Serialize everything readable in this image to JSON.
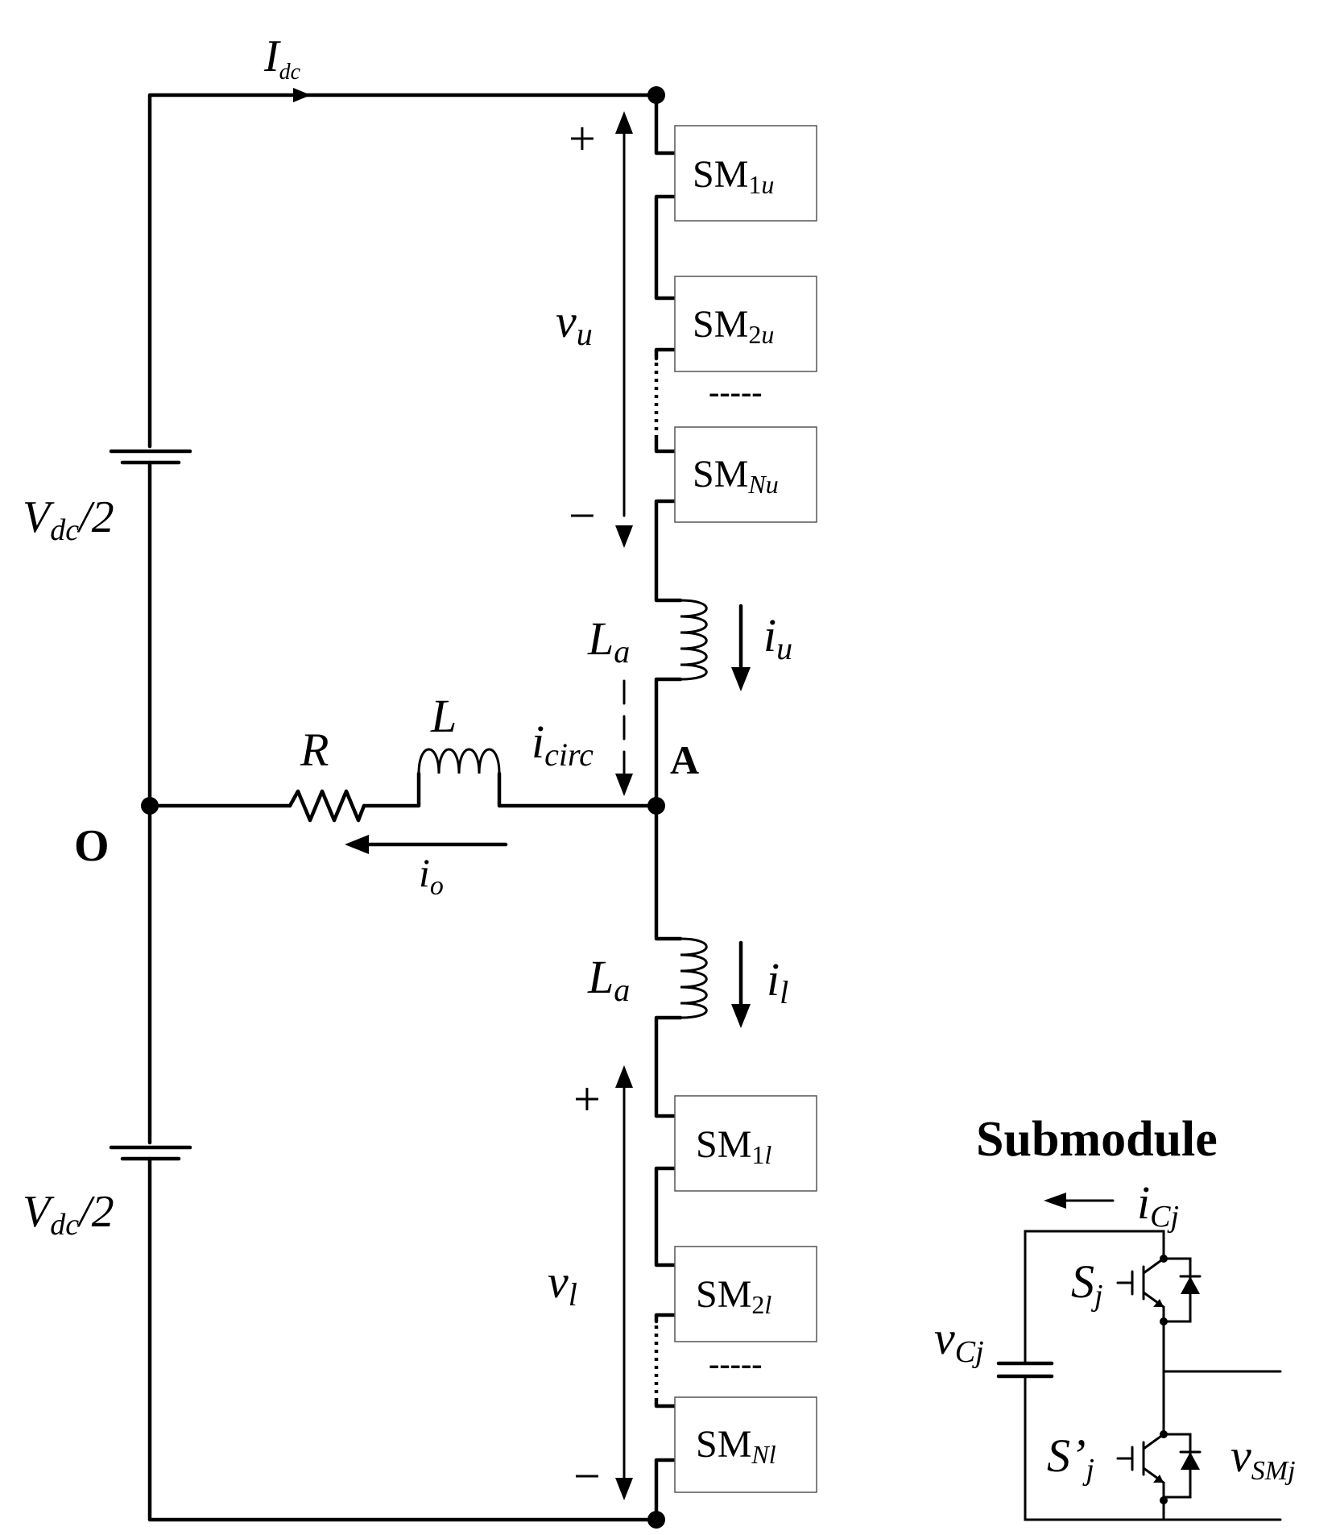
{
  "labels": {
    "idc": "I",
    "idc_sub": "dc",
    "vdc_top": "V",
    "vdc_top_sub": "dc",
    "vdc_top_tail": "/2",
    "vdc_bot": "V",
    "vdc_bot_sub": "dc",
    "vdc_bot_tail": "/2",
    "node_o": "O",
    "node_a": "A",
    "resistor": "R",
    "inductor": "L",
    "io": "i",
    "io_sub": "o",
    "icirc": "i",
    "icirc_sub": "circ",
    "la_upper": "L",
    "la_upper_sub": "a",
    "la_lower": "L",
    "la_lower_sub": "a",
    "iu": "i",
    "iu_sub": "u",
    "il": "i",
    "il_sub": "l",
    "vu": "v",
    "vu_sub": "u",
    "vl": "v",
    "vl_sub": "l",
    "plus_u": "+",
    "minus_u": "−",
    "plus_l": "+",
    "minus_l": "−",
    "dots_u": "-----",
    "dots_l": "-----"
  },
  "upper_arm": [
    {
      "name": "SM",
      "idx": "1",
      "arm": "u"
    },
    {
      "name": "SM",
      "idx": "2",
      "arm": "u"
    },
    {
      "name": "SM",
      "idx": "N",
      "arm": "u"
    }
  ],
  "lower_arm": [
    {
      "name": "SM",
      "idx": "1",
      "arm": "l"
    },
    {
      "name": "SM",
      "idx": "2",
      "arm": "l"
    },
    {
      "name": "SM",
      "idx": "N",
      "arm": "l"
    }
  ],
  "submodule": {
    "title": "Submodule",
    "icj": "i",
    "icj_sub": "Cj",
    "vcj": "v",
    "vcj_sub": "Cj",
    "sj": "S",
    "sj_sub": "j",
    "sj_prime": "S’",
    "sj_prime_sub": "j",
    "vsm": "v",
    "vsm_sub": "SMj"
  }
}
